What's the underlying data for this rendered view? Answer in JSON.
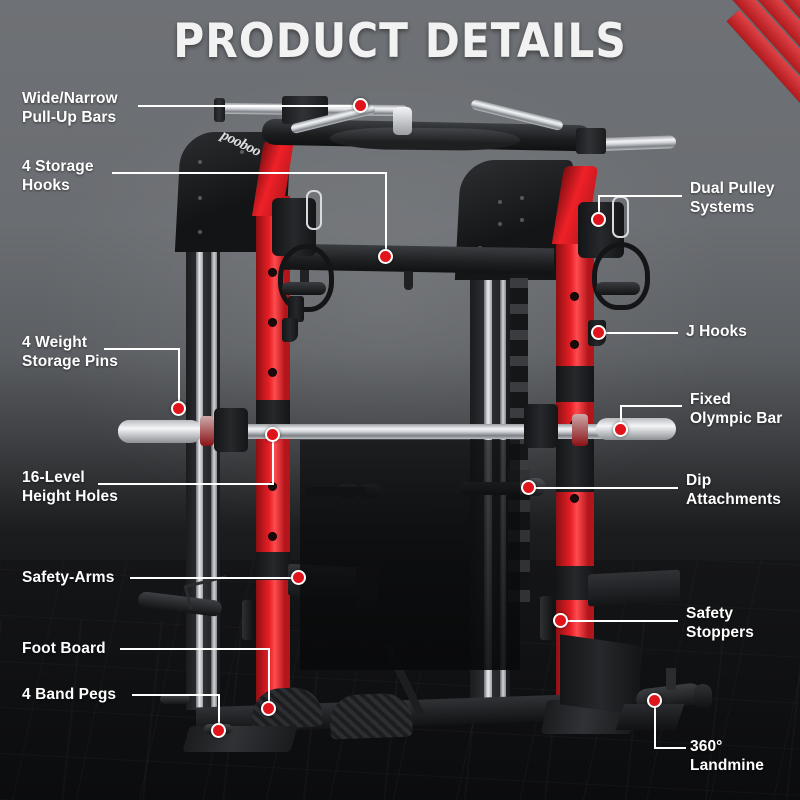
{
  "header": {
    "title": "PRODUCT DETAILS"
  },
  "decor": {
    "stripe_color": "#d81f24",
    "stripe_count": 6,
    "accent_color": "#e2141b",
    "line_color": "#ffffff"
  },
  "callouts": {
    "left": [
      {
        "id": "wide-narrow-pull-up-bars",
        "label": "Wide/Narrow\nPull-Up Bars"
      },
      {
        "id": "storage-hooks",
        "label": "4 Storage\nHooks"
      },
      {
        "id": "weight-storage-pins",
        "label": "4 Weight\nStorage Pins"
      },
      {
        "id": "height-holes",
        "label": "16-Level\nHeight Holes"
      },
      {
        "id": "safety-arms",
        "label": "Safety-Arms"
      },
      {
        "id": "foot-board",
        "label": "Foot Board"
      },
      {
        "id": "band-pegs",
        "label": "4 Band Pegs"
      }
    ],
    "right": [
      {
        "id": "dual-pulley-systems",
        "label": "Dual Pulley\nSystems"
      },
      {
        "id": "j-hooks",
        "label": "J Hooks"
      },
      {
        "id": "fixed-olympic-bar",
        "label": "Fixed\nOlympic Bar"
      },
      {
        "id": "dip-attachments",
        "label": "Dip\nAttachments"
      },
      {
        "id": "safety-stoppers",
        "label": "Safety\nStoppers"
      },
      {
        "id": "landmine",
        "label": "360°\nLandmine"
      }
    ]
  },
  "product": {
    "brand_mark": "pooboo",
    "frame_colors": {
      "frame": "#1b1c1e",
      "upright": "#e51f26",
      "chrome": "#d7dadd"
    }
  }
}
